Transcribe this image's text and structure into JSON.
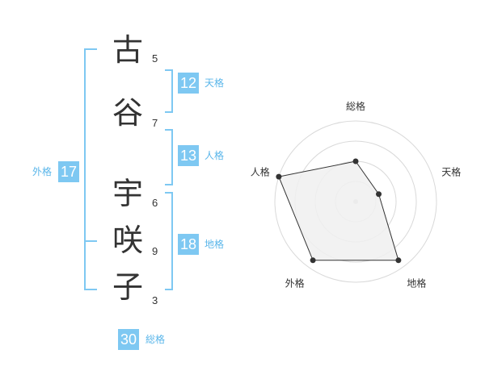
{
  "name": {
    "characters": [
      {
        "char": "古",
        "strokes": "5"
      },
      {
        "char": "谷",
        "strokes": "7"
      },
      {
        "char": "宇",
        "strokes": "6"
      },
      {
        "char": "咲",
        "strokes": "9"
      },
      {
        "char": "子",
        "strokes": "3"
      }
    ]
  },
  "fortunes": {
    "tenkaku": {
      "value": "12",
      "label": "天格"
    },
    "jinkaku": {
      "value": "13",
      "label": "人格"
    },
    "chikaku": {
      "value": "18",
      "label": "地格"
    },
    "gaikaku": {
      "value": "17",
      "label": "外格"
    },
    "soukaku": {
      "value": "30",
      "label": "総格"
    }
  },
  "colors": {
    "accent": "#7ec8f2",
    "accent_text": "#5ab6ea",
    "grid": "#d9d9d9",
    "fill": "#f0f0f0"
  },
  "chart_data": {
    "type": "radar",
    "axes": [
      "総格",
      "天格",
      "地格",
      "外格",
      "人格"
    ],
    "values": [
      0.5,
      0.3,
      0.9,
      0.9,
      1.0
    ],
    "range": [
      0,
      1
    ],
    "rings": 4
  }
}
